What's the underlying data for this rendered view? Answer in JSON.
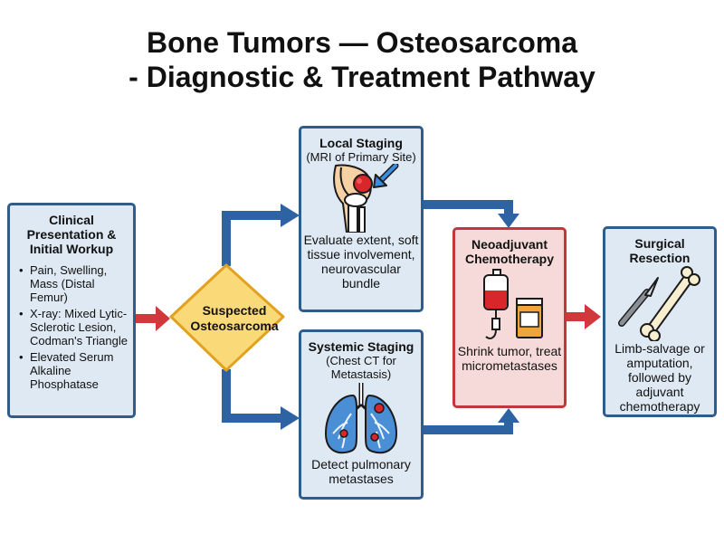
{
  "title": {
    "line1": "Bone Tumors — Osteosarcoma",
    "line2": "- Diagnostic & Treatment Pathway"
  },
  "colors": {
    "blue_border": "#2f5c8a",
    "blue_fill": "#dfe9f3",
    "red_border": "#c0383c",
    "red_fill": "#f6dada",
    "diamond_fill": "#f9d978",
    "diamond_border": "#e2a11f",
    "arrow_blue": "#2d63a3",
    "arrow_red": "#d1383c"
  },
  "clinical": {
    "title": "Clinical Presentation & Initial Workup",
    "items": [
      "Pain, Swelling, Mass (Distal Femur)",
      "X-ray: Mixed Lytic-Sclerotic Lesion, Codman's Triangle",
      "Elevated Serum Alkaline Phosphatase"
    ]
  },
  "suspected": {
    "label": "Suspected Osteosarcoma"
  },
  "local_staging": {
    "title": "Local Staging",
    "subtitle": "(MRI of Primary Site)",
    "icon": "knee-mri-icon",
    "description": "Evaluate extent, soft tissue involvement, neurovascular bundle"
  },
  "systemic_staging": {
    "title": "Systemic Staging",
    "subtitle": "(Chest CT for Metastasis)",
    "icon": "lungs-icon",
    "description": "Detect pulmonary metastases"
  },
  "neoadjuvant": {
    "title": "Neoadjuvant Chemotherapy",
    "icon": "iv-bag-and-pill-bottle-icon",
    "description": "Shrink tumor, treat micrometastases"
  },
  "surgical": {
    "title": "Surgical Resection",
    "icon": "scalpel-and-bone-icon",
    "description": "Limb-salvage or amputation, followed by adjuvant chemotherapy"
  }
}
